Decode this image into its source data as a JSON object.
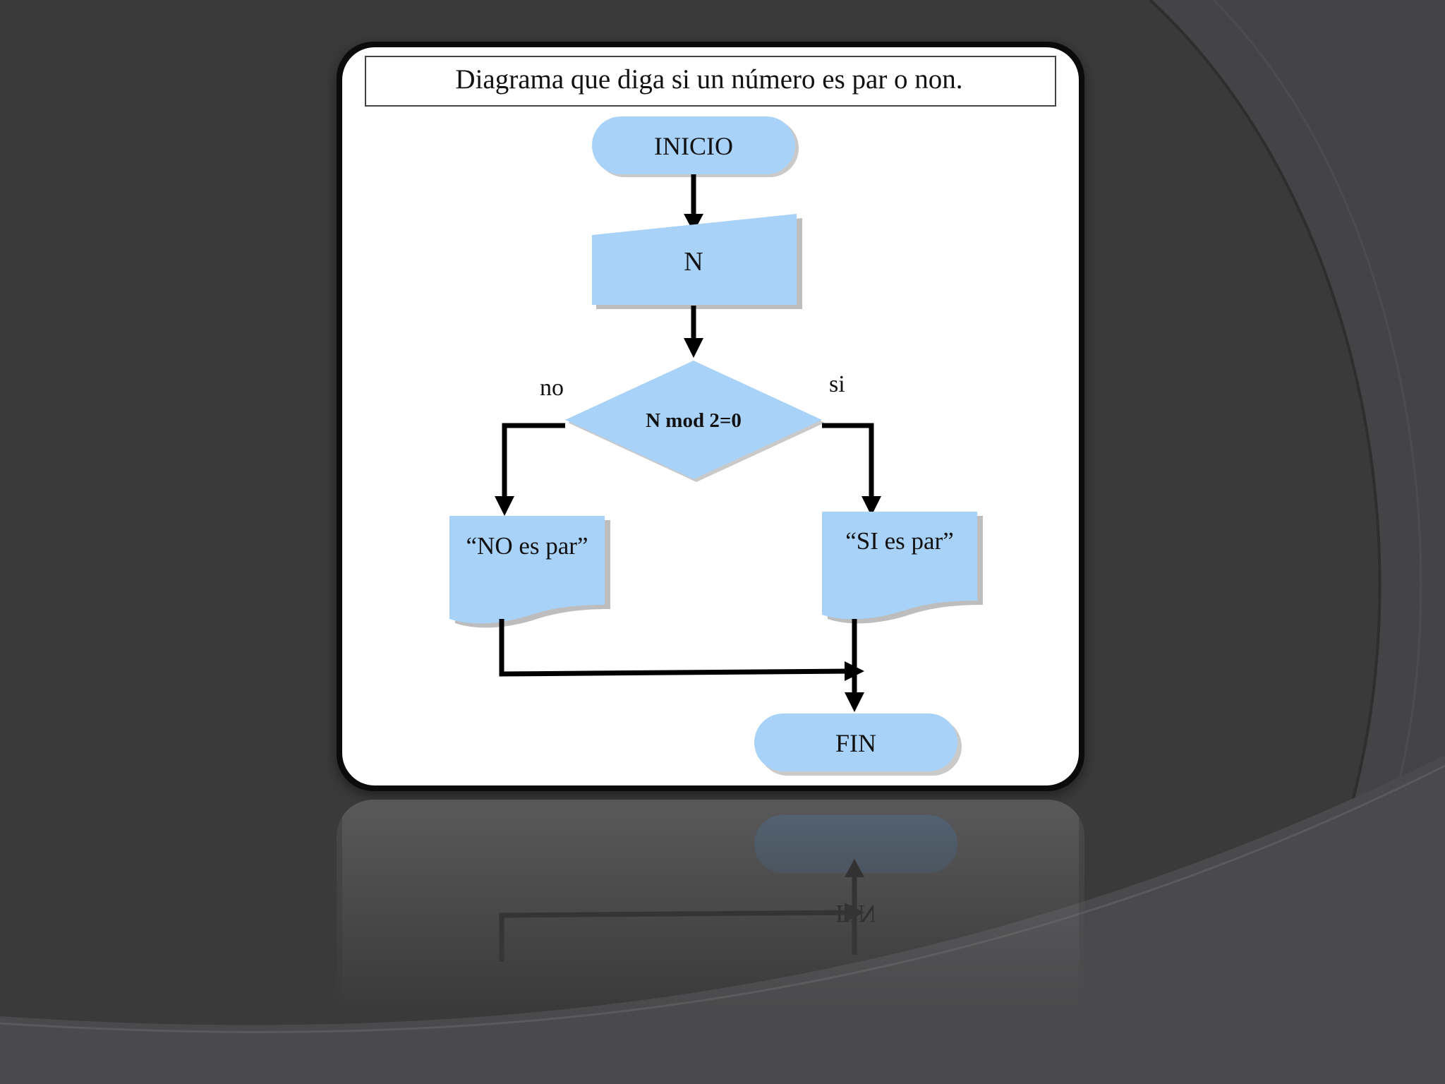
{
  "diagram": {
    "title": "Diagrama que diga si un número es par o non.",
    "nodes": {
      "start": "INICIO",
      "input": "N",
      "decision": "N mod 2=0",
      "output_no": "“NO es par”",
      "output_yes": "“SI es par”",
      "end": "FIN"
    },
    "edge_labels": {
      "no": "no",
      "yes": "si"
    },
    "colors": {
      "shape_fill": "#a9d2f8",
      "shape_shadow": "#bdbdbd",
      "arrow": "#000000",
      "slide_background": "#3a3a3b"
    }
  }
}
